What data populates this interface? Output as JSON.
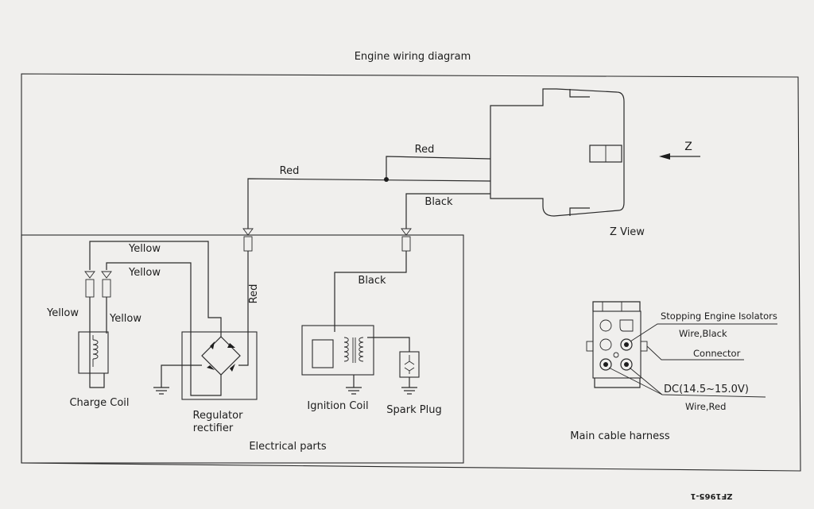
{
  "title": "Engine wiring diagram",
  "z_view": {
    "arrow_label": "Z",
    "caption": "Z View"
  },
  "wires": {
    "red_top": "Red",
    "red_left": "Red",
    "black_top": "Black",
    "red_vertical": "Red",
    "black_lower": "Black",
    "yellow_1": "Yellow",
    "yellow_2": "Yellow",
    "yellow_left": "Yellow",
    "yellow_right": "Yellow"
  },
  "components": {
    "charge_coil": "Charge Coil",
    "regulator_line1": "Regulator",
    "regulator_line2": "rectifier",
    "ignition_coil": "Ignition Coil",
    "spark_plug": "Spark Plug"
  },
  "electrical_parts_label": "Electrical parts",
  "harness": {
    "stop_label": "Stopping Engine Isolators",
    "stop_wire": "Wire,Black",
    "connector": "Connector",
    "dc_label": "DC(14.5~15.0V)",
    "dc_wire": "Wire,Red",
    "caption": "Main cable harness"
  },
  "part_code": "ZF1965-1"
}
